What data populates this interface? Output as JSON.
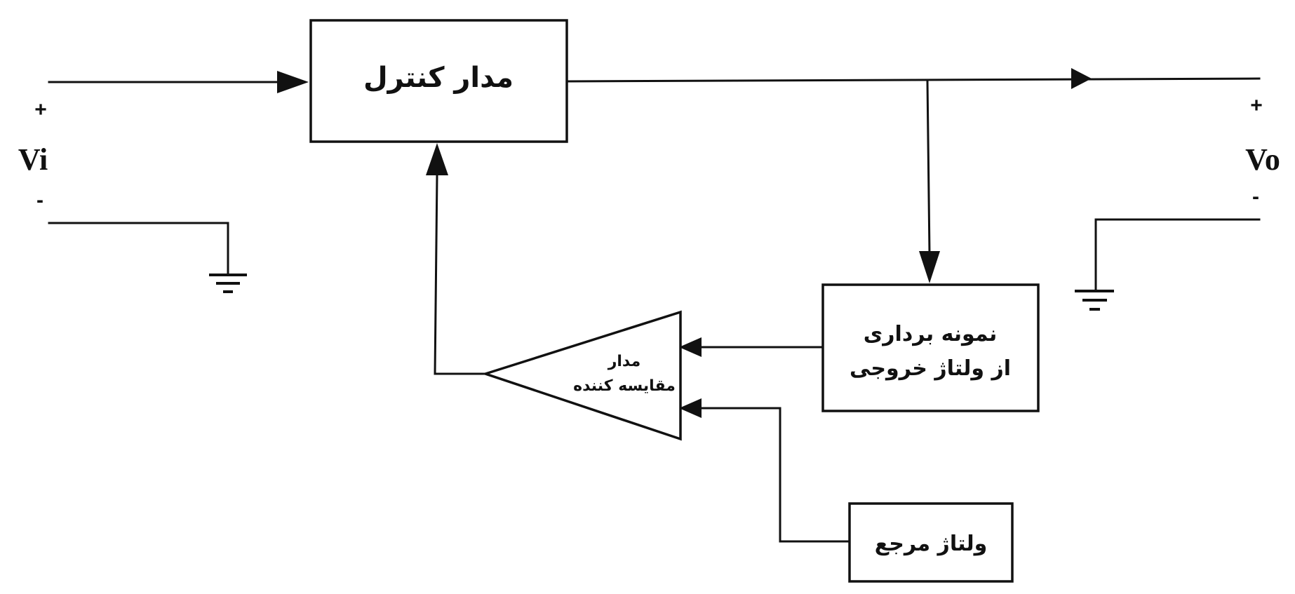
{
  "blocks": {
    "control_circuit": "مدار کنترل",
    "sampling_line1": "نمونه برداری",
    "sampling_line2": "از ولتاژ خروجی",
    "comparator_line1": "مدار",
    "comparator_line2": "مقایسه کننده",
    "reference_voltage": "ولتاژ مرجع"
  },
  "terminals": {
    "input": {
      "plus": "+",
      "name": "Vi",
      "minus": "-"
    },
    "output": {
      "plus": "+",
      "name": "Vo",
      "minus": "-"
    }
  },
  "colors": {
    "stroke": "#111111",
    "background": "#ffffff"
  }
}
